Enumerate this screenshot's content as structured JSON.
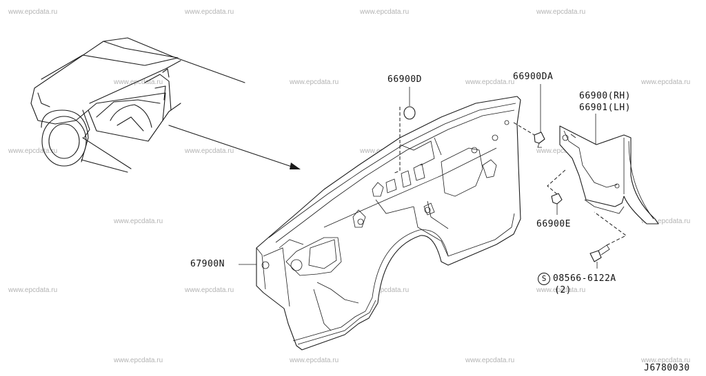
{
  "watermark": "www.epcdata.ru",
  "part_labels": {
    "dash_panel": "67900N",
    "grommet": "66900D",
    "clip_upper": "66900DA",
    "side_bracket_rh": "66900(RH)",
    "side_bracket_lh": "66901(LH)",
    "clip_lower": "66900E",
    "screw": "08566-6122A",
    "screw_qty": "(2)"
  },
  "screw_symbol": "S",
  "diagram_code": "J6780030"
}
